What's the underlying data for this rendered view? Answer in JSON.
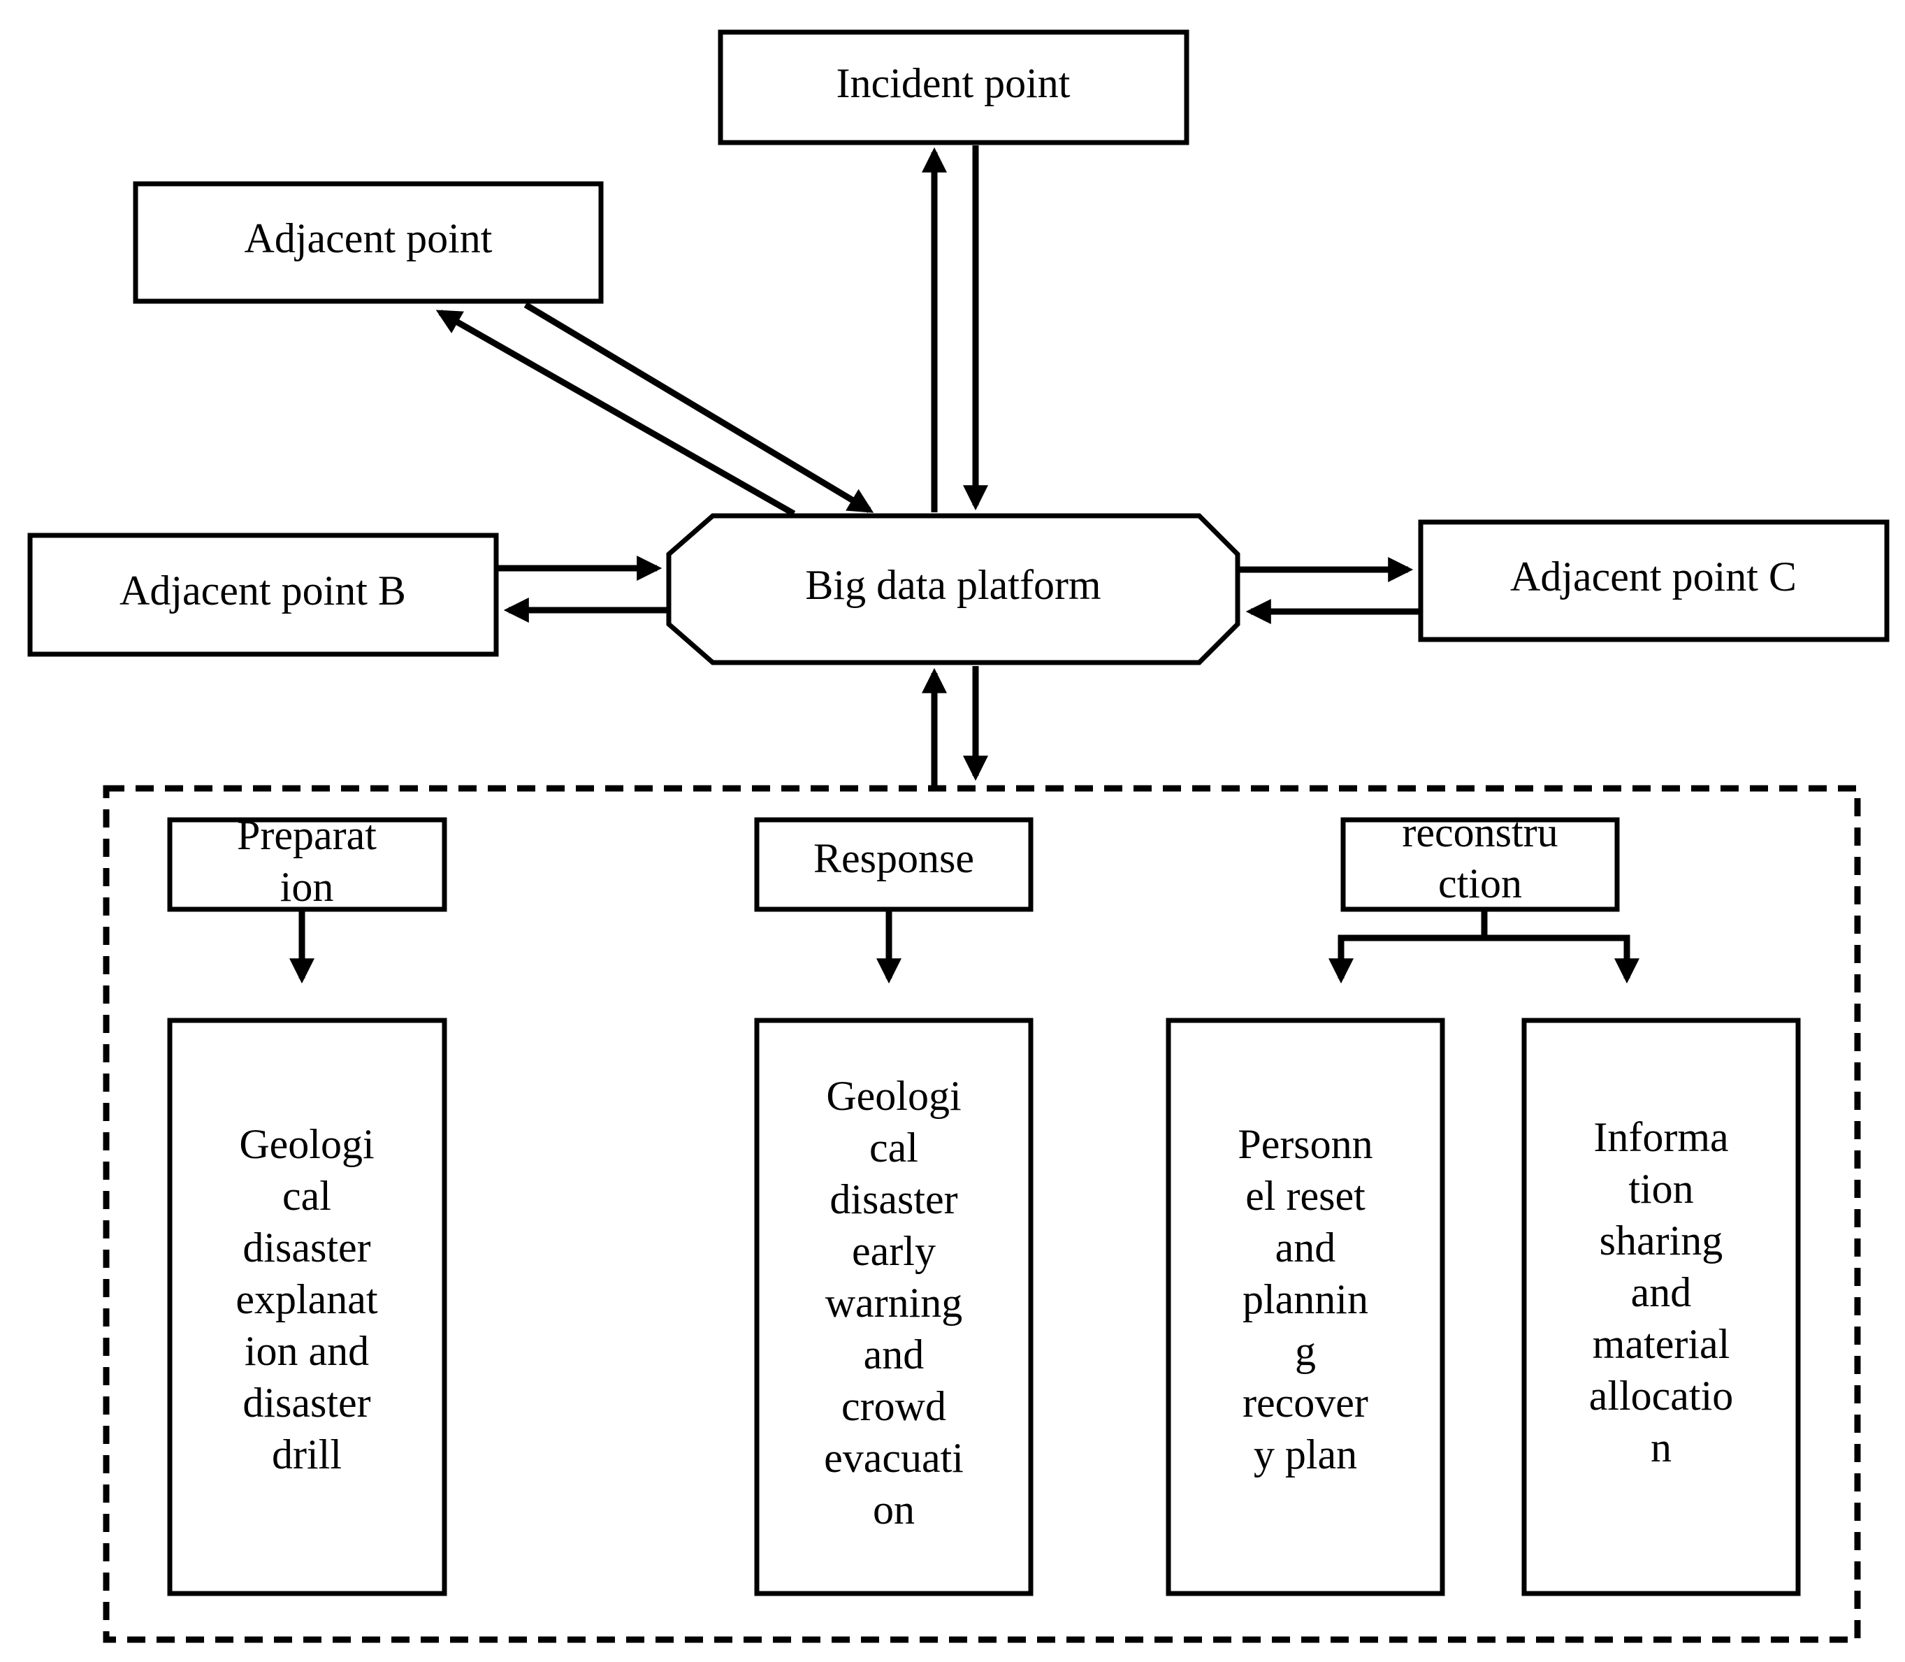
{
  "nodes": {
    "incident": "Incident point",
    "adjacent": "Adjacent point",
    "adjacent_b": "Adjacent point B",
    "adjacent_c": "Adjacent point C",
    "platform": "Big data platform",
    "preparation": [
      "Preparat",
      "ion"
    ],
    "response": "Response",
    "reconstruction": [
      "reconstru",
      "ction"
    ],
    "prep_detail": [
      "Geologi",
      "cal",
      "disaster",
      "explanat",
      "ion and",
      "disaster",
      "drill"
    ],
    "resp_detail": [
      "Geologi",
      "cal",
      "disaster",
      "early",
      "warning",
      "and",
      "crowd",
      "evacuati",
      "on"
    ],
    "recon_detail_1": [
      "Personn",
      "el reset",
      "and",
      "plannin",
      "g",
      "recover",
      "y plan"
    ],
    "recon_detail_2": [
      "Informa",
      "tion",
      "sharing",
      "and",
      "material",
      "allocatio",
      "n"
    ]
  }
}
